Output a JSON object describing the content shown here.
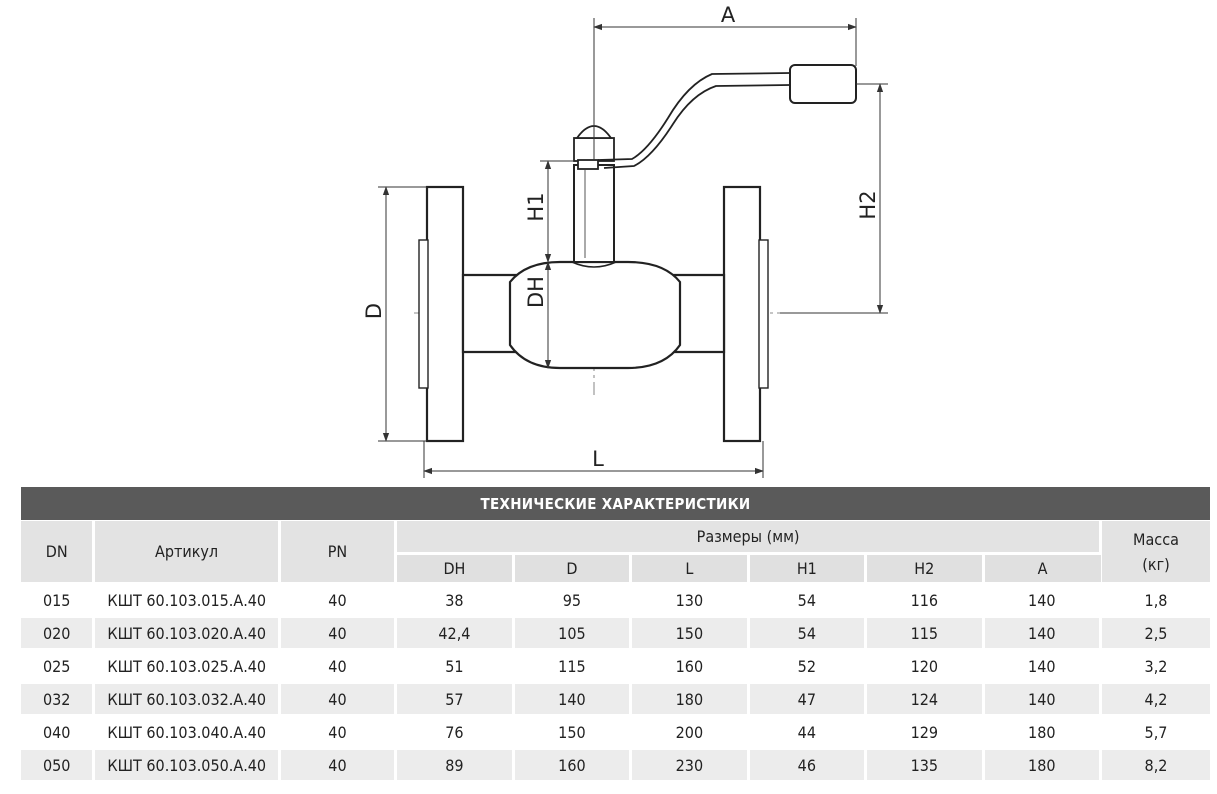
{
  "drawing": {
    "labels": {
      "A": "A",
      "H1": "H1",
      "H2": "H2",
      "D": "D",
      "DH": "DH",
      "L": "L"
    }
  },
  "table": {
    "title": "ТЕХНИЧЕСКИЕ ХАРАКТЕРИСТИКИ",
    "headers": {
      "dn": "DN",
      "article": "Артикул",
      "pn": "PN",
      "dimensions": "Размеры (мм)",
      "mass_line1": "Масса",
      "mass_line2": "(кг)",
      "sub": [
        "DH",
        "D",
        "L",
        "H1",
        "H2",
        "A"
      ]
    },
    "rows": [
      [
        "015",
        "КШТ 60.103.015.А.40",
        "40",
        "38",
        "95",
        "130",
        "54",
        "116",
        "140",
        "1,8"
      ],
      [
        "020",
        "КШТ 60.103.020.А.40",
        "40",
        "42,4",
        "105",
        "150",
        "54",
        "115",
        "140",
        "2,5"
      ],
      [
        "025",
        "КШТ 60.103.025.А.40",
        "40",
        "51",
        "115",
        "160",
        "52",
        "120",
        "140",
        "3,2"
      ],
      [
        "032",
        "КШТ 60.103.032.А.40",
        "40",
        "57",
        "140",
        "180",
        "47",
        "124",
        "140",
        "4,2"
      ],
      [
        "040",
        "КШТ 60.103.040.А.40",
        "40",
        "76",
        "150",
        "200",
        "44",
        "129",
        "180",
        "5,7"
      ],
      [
        "050",
        "КШТ 60.103.050.А.40",
        "40",
        "89",
        "160",
        "230",
        "46",
        "135",
        "180",
        "8,2"
      ]
    ]
  }
}
